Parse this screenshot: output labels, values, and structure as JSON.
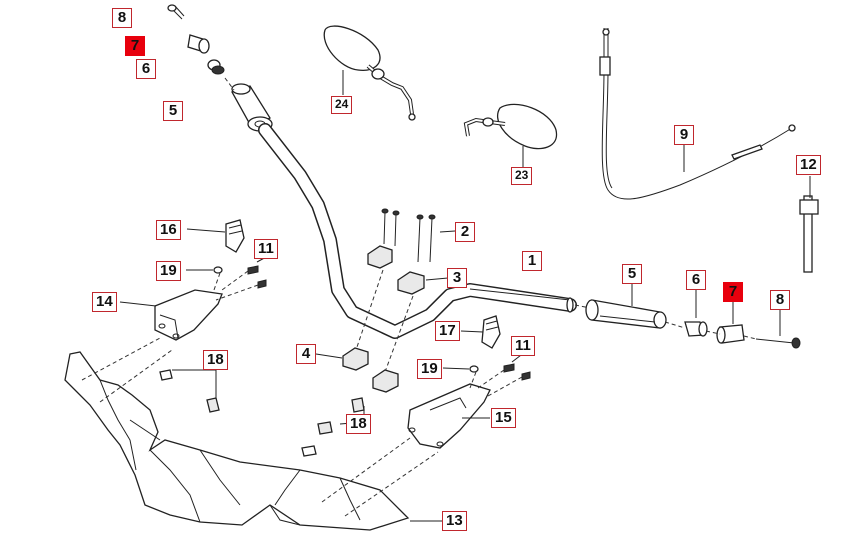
{
  "diagram": {
    "title": "Handlebar and cowl exploded parts diagram",
    "highlight_color": "#e8000d",
    "label_border_color": "#c0272d",
    "labels": [
      {
        "id": "l8a",
        "text": "8"
      },
      {
        "id": "l7a",
        "text": "7"
      },
      {
        "id": "l6a",
        "text": "6"
      },
      {
        "id": "l5a",
        "text": "5"
      },
      {
        "id": "l24",
        "text": "24"
      },
      {
        "id": "l23",
        "text": "23"
      },
      {
        "id": "l9",
        "text": "9"
      },
      {
        "id": "l12",
        "text": "12"
      },
      {
        "id": "l16",
        "text": "16"
      },
      {
        "id": "l11a",
        "text": "11"
      },
      {
        "id": "l19a",
        "text": "19"
      },
      {
        "id": "l14",
        "text": "14"
      },
      {
        "id": "l2",
        "text": "2"
      },
      {
        "id": "l1",
        "text": "1"
      },
      {
        "id": "l3",
        "text": "3"
      },
      {
        "id": "l5b",
        "text": "5"
      },
      {
        "id": "l6b",
        "text": "6"
      },
      {
        "id": "l7b",
        "text": "7"
      },
      {
        "id": "l8b",
        "text": "8"
      },
      {
        "id": "l4",
        "text": "4"
      },
      {
        "id": "l17",
        "text": "17"
      },
      {
        "id": "l11b",
        "text": "11"
      },
      {
        "id": "l19b",
        "text": "19"
      },
      {
        "id": "l18a",
        "text": "18"
      },
      {
        "id": "l18b",
        "text": "18"
      },
      {
        "id": "l15",
        "text": "15"
      },
      {
        "id": "l13",
        "text": "13"
      }
    ]
  }
}
